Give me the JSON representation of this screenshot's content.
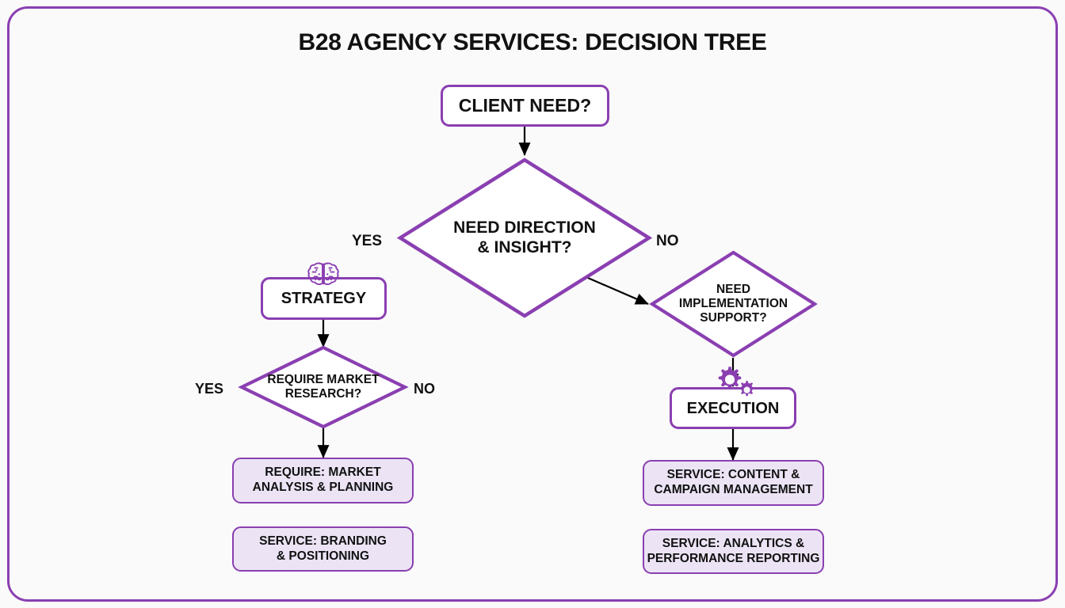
{
  "diagram": {
    "title": "B28 AGENCY SERVICES: DECISION TREE",
    "type": "decision-tree-flowchart",
    "colors": {
      "accent": "#8a3fb1",
      "node_fill_light": "#ece4f5",
      "node_fill_white": "#ffffff",
      "background": "#fafafa",
      "text": "#111111",
      "arrow": "#000000"
    },
    "nodes": {
      "start": {
        "id": "client-need",
        "shape": "rounded-rectangle",
        "label": "CLIENT NEED?"
      },
      "decision_direction": {
        "id": "need-direction-insight",
        "shape": "diamond",
        "label_line1": "NEED DIRECTION",
        "label_line2": "& INSIGHT?",
        "yes_label": "YES",
        "no_label": "NO"
      },
      "strategy": {
        "id": "strategy",
        "shape": "rounded-rectangle",
        "label": "STRATEGY",
        "icon": "brain-icon"
      },
      "decision_research": {
        "id": "require-market-research",
        "shape": "diamond",
        "label_line1": "REQUIRE MARKET",
        "label_line2": "RESEARCH?",
        "yes_label": "YES",
        "no_label": "NO"
      },
      "decision_implementation": {
        "id": "need-implementation-support",
        "shape": "diamond",
        "label_line1": "NEED",
        "label_line2": "IMPLEMENTATION",
        "label_line3": "SUPPORT?"
      },
      "execution": {
        "id": "execution",
        "shape": "rounded-rectangle",
        "label": "EXECUTION",
        "icon": "gears-icon"
      },
      "outcome_market_analysis": {
        "id": "require-market-analysis-planning",
        "shape": "rounded-rectangle-filled",
        "label_line1": "REQUIRE: MARKET",
        "label_line2": "ANALYSIS & PLANNING"
      },
      "outcome_branding": {
        "id": "service-branding-positioning",
        "shape": "rounded-rectangle-filled",
        "label_line1": "SERVICE: BRANDING",
        "label_line2": "& POSITIONING"
      },
      "outcome_content": {
        "id": "service-content-campaign-management",
        "shape": "rounded-rectangle-filled",
        "label_line1": "SERVICE: CONTENT &",
        "label_line2": "CAMPAIGN MANAGEMENT"
      },
      "outcome_analytics": {
        "id": "service-analytics-performance-reporting",
        "shape": "rounded-rectangle-filled",
        "label_line1": "SERVICE: ANALYTICS &",
        "label_line2": "PERFORMANCE REPORTING"
      }
    }
  }
}
